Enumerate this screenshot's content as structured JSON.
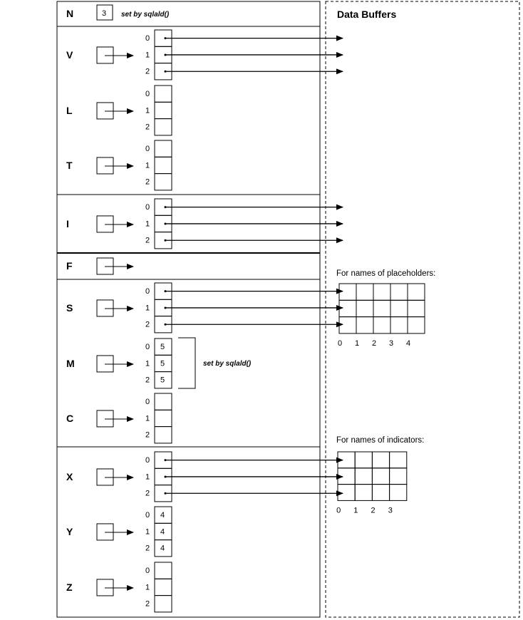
{
  "buffers_title": "Data Buffers",
  "n_field": {
    "label": "N",
    "value": "3",
    "note": "set by sqlald()"
  },
  "m_note": "set by sqlald()",
  "fields": [
    {
      "key": "v",
      "label": "V",
      "cells": [
        "",
        "",
        ""
      ],
      "indices": [
        "0",
        "1",
        "2"
      ]
    },
    {
      "key": "l",
      "label": "L",
      "cells": [
        "",
        "",
        ""
      ],
      "indices": [
        "0",
        "1",
        "2"
      ]
    },
    {
      "key": "t",
      "label": "T",
      "cells": [
        "",
        "",
        ""
      ],
      "indices": [
        "0",
        "1",
        "2"
      ]
    },
    {
      "key": "i",
      "label": "I",
      "cells": [
        "",
        "",
        ""
      ],
      "indices": [
        "0",
        "1",
        "2"
      ]
    },
    {
      "key": "f",
      "label": "F"
    },
    {
      "key": "s",
      "label": "S",
      "cells": [
        "",
        "",
        ""
      ],
      "indices": [
        "0",
        "1",
        "2"
      ]
    },
    {
      "key": "m",
      "label": "M",
      "cells": [
        "5",
        "5",
        "5"
      ],
      "indices": [
        "0",
        "1",
        "2"
      ]
    },
    {
      "key": "c",
      "label": "C",
      "cells": [
        "",
        "",
        ""
      ],
      "indices": [
        "0",
        "1",
        "2"
      ]
    },
    {
      "key": "x",
      "label": "X",
      "cells": [
        "",
        "",
        ""
      ],
      "indices": [
        "0",
        "1",
        "2"
      ]
    },
    {
      "key": "y",
      "label": "Y",
      "cells": [
        "4",
        "4",
        "4"
      ],
      "indices": [
        "0",
        "1",
        "2"
      ]
    },
    {
      "key": "z",
      "label": "Z",
      "cells": [
        "",
        "",
        ""
      ],
      "indices": [
        "0",
        "1",
        "2"
      ]
    }
  ],
  "placeholder_grid": {
    "caption": "For names  of placeholders:",
    "columns": [
      "0",
      "1",
      "2",
      "3",
      "4"
    ],
    "rows": 3
  },
  "indicator_grid": {
    "caption": "For names  of indicators:",
    "columns": [
      "0",
      "1",
      "2",
      "3"
    ],
    "rows": 3
  },
  "arrow_targets": [
    "v",
    "i",
    "s",
    "x"
  ]
}
